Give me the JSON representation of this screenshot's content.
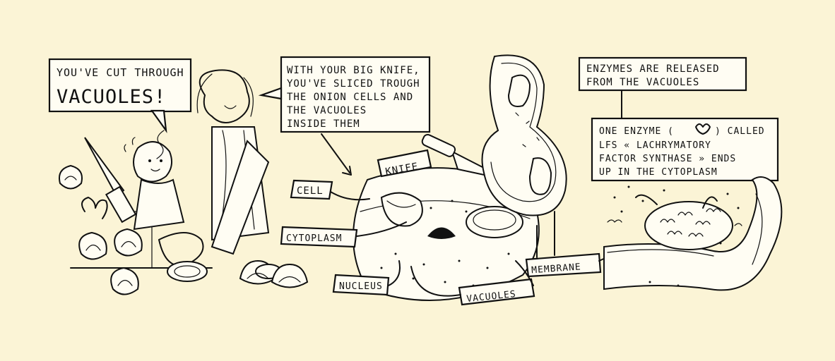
{
  "captions": {
    "cut_line1": "YOU'VE CUT THROUGH",
    "cut_line2": "VACUOLES!",
    "knife_line1": "WITH YOUR BIG KNIFE,",
    "knife_line2": "YOU'VE SLICED TROUGH",
    "knife_line3": "THE ONION CELLS AND",
    "knife_line4": "THE VACUOLES",
    "knife_line5": "INSIDE THEM",
    "enzymes_line1": "ENZYMES ARE RELEASED",
    "enzymes_line2": "FROM THE VACUOLES",
    "lfs_line1": "ONE ENZYME (",
    "lfs_line1b": ") CALLED",
    "lfs_line2": "LFS « LACHRYMATORY",
    "lfs_line3": "FACTOR SYNTHASE » ENDS",
    "lfs_line4": "UP IN THE CYTOPLASM"
  },
  "labels": {
    "knife": "KNIFE",
    "cell": "CELL",
    "cytoplasm": "CYTOPLASM",
    "nucleus": "NUCLEUS",
    "vacuoles": "VACUOLES",
    "membrane": "MEMBRANE"
  },
  "colors": {
    "background": "#fbf4d6",
    "ink": "#111111",
    "paper": "#fffdf3"
  }
}
